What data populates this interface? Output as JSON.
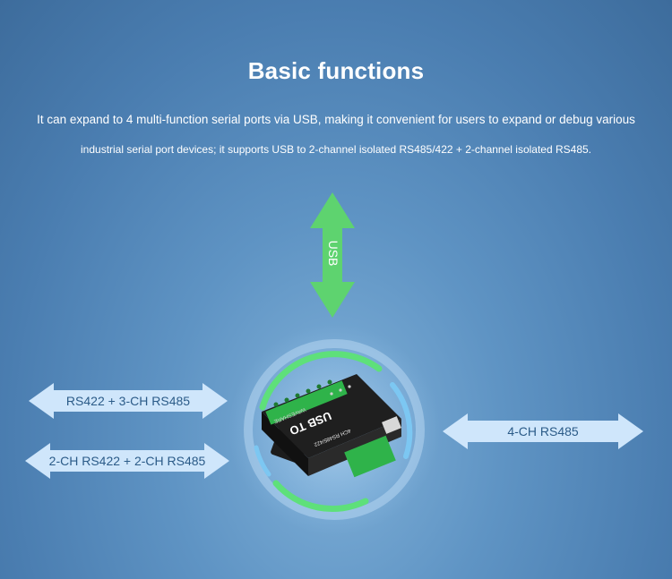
{
  "header": {
    "title": "Basic functions",
    "description_line1": "It can expand to 4 multi-function serial ports via USB, making it convenient for users to expand or debug various",
    "description_line2": "industrial serial port devices; it supports USB to 2-channel isolated RS485/422 + 2-channel isolated RS485."
  },
  "arrows": {
    "usb": "USB",
    "left_top": "RS422 + 3-CH RS485",
    "left_bottom": "2-CH RS422 + 2-CH RS485",
    "right": "4-CH RS485"
  },
  "device": {
    "label_main": "USB TO",
    "label_sub": "4CH RS485/422",
    "brand": "WAVESHARE"
  },
  "colors": {
    "usb_arrow": "#5ed36f",
    "side_arrow": "#cfe6fb",
    "ring_green": "#5ee07a",
    "ring_blue": "#7cc7f2",
    "terminal_green": "#2fb34a"
  }
}
